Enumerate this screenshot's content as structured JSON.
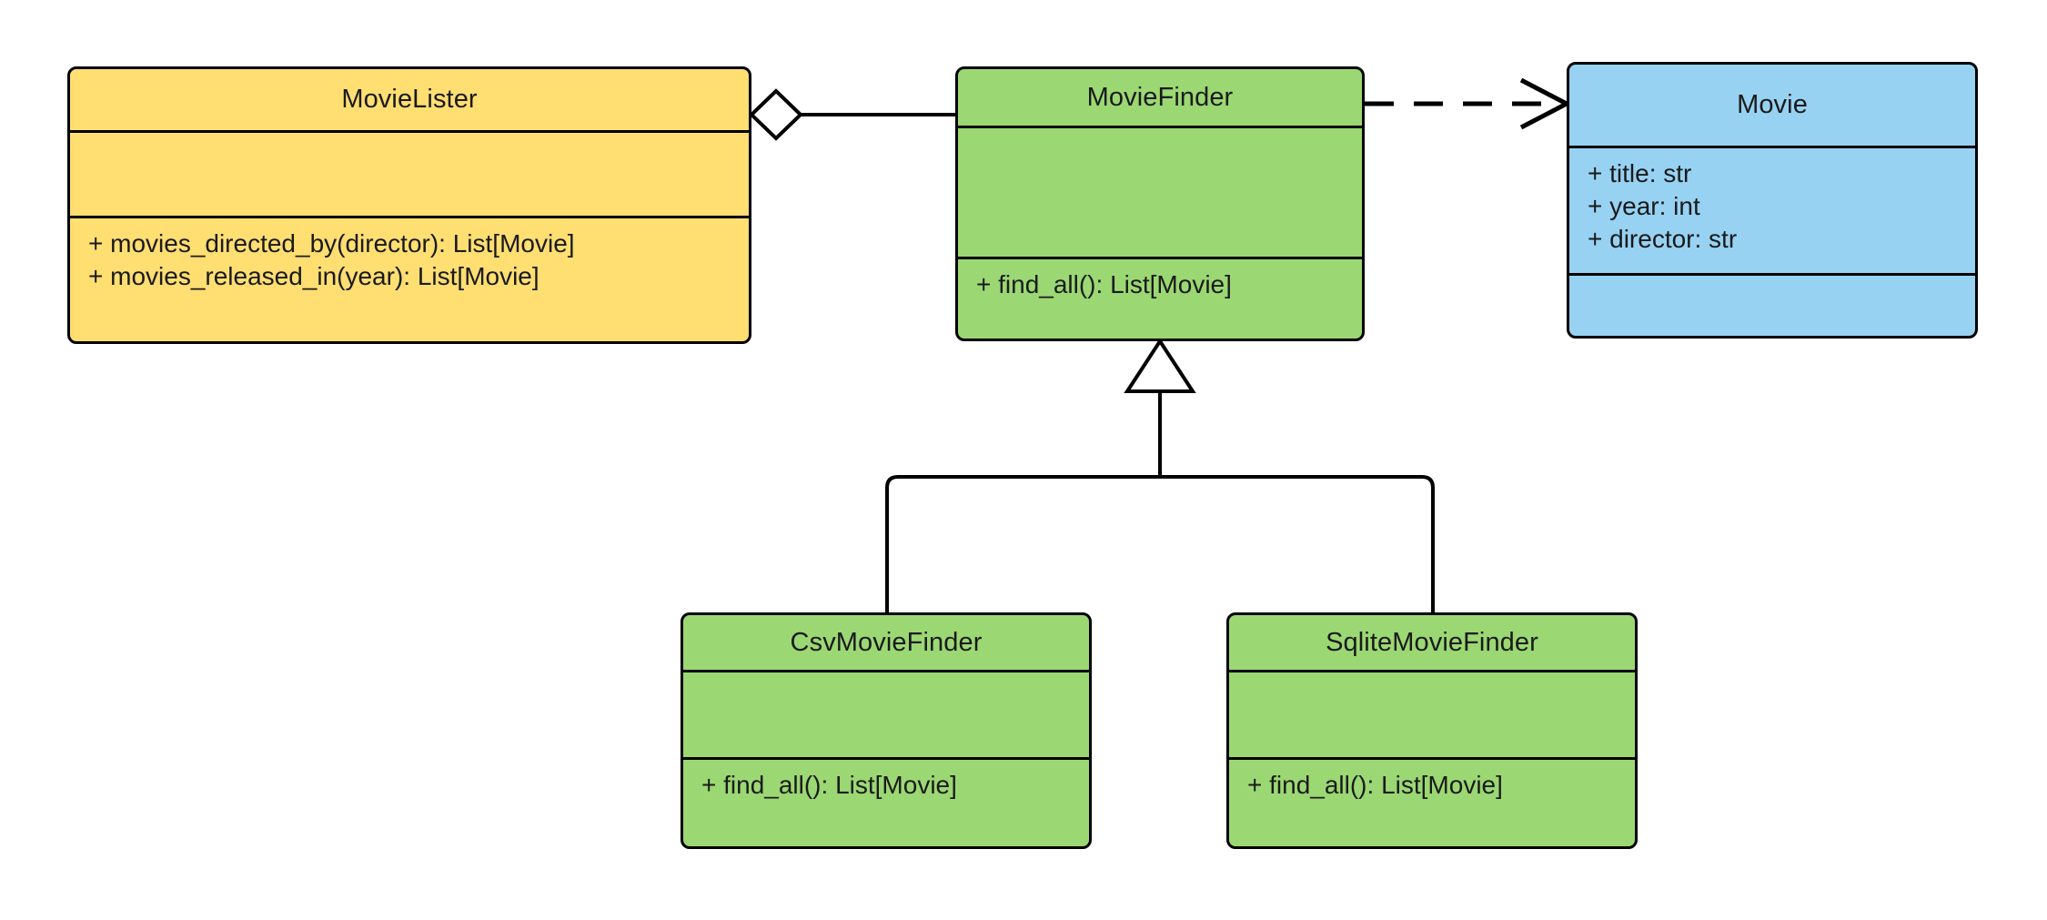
{
  "diagram": {
    "type": "uml-class-diagram",
    "title": "",
    "background_color": "#ffffff",
    "line_color": "#000000",
    "palette": {
      "client_fill": "#FFDE72",
      "service_fill": "#9BD873",
      "entity_fill": "#97D2F3",
      "stroke": "#000000",
      "text": "#1a1a1a"
    },
    "classes": [
      {
        "id": "movielister",
        "name": "MovieLister",
        "fill": "#FFDE72",
        "attributes": [],
        "methods": [
          "+ movies_directed_by(director): List[Movie]",
          "+ movies_released_in(year): List[Movie]"
        ]
      },
      {
        "id": "moviefinder",
        "name": "MovieFinder",
        "fill": "#9BD873",
        "attributes": [],
        "methods": [
          "+ find_all(): List[Movie]"
        ]
      },
      {
        "id": "movie",
        "name": "Movie",
        "fill": "#97D2F3",
        "attributes": [
          "+ title: str",
          "+ year: int",
          "+ director: str"
        ],
        "methods": []
      },
      {
        "id": "csvmoviefinder",
        "name": "CsvMovieFinder",
        "fill": "#9BD873",
        "attributes": [],
        "methods": [
          "+ find_all(): List[Movie]"
        ]
      },
      {
        "id": "sqlitemoviefinder",
        "name": "SqliteMovieFinder",
        "fill": "#9BD873",
        "attributes": [],
        "methods": [
          "+ find_all(): List[Movie]"
        ]
      }
    ],
    "relationships": [
      {
        "id": "rel-aggregation",
        "kind": "aggregation",
        "from": "MovieLister",
        "to": "MovieFinder",
        "line_style": "solid",
        "source_decoration": "hollow-diamond",
        "target_decoration": "none",
        "label": ""
      },
      {
        "id": "rel-dependency",
        "kind": "dependency",
        "from": "MovieFinder",
        "to": "Movie",
        "line_style": "dashed",
        "source_decoration": "none",
        "target_decoration": "open-arrow",
        "label": ""
      },
      {
        "id": "rel-generalization-csv",
        "kind": "generalization",
        "from": "CsvMovieFinder",
        "to": "MovieFinder",
        "line_style": "solid",
        "source_decoration": "none",
        "target_decoration": "hollow-triangle",
        "label": ""
      },
      {
        "id": "rel-generalization-sqlite",
        "kind": "generalization",
        "from": "SqliteMovieFinder",
        "to": "MovieFinder",
        "line_style": "solid",
        "source_decoration": "none",
        "target_decoration": "hollow-triangle",
        "label": ""
      }
    ]
  }
}
